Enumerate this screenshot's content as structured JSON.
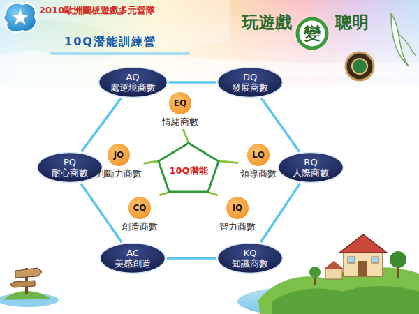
{
  "diagram": {
    "title": "2010歐洲圖板遊戲多元營隊",
    "nodes": [
      {
        "text": [
          "變"
        ]
      },
      {
        "text": [
          "AQ",
          "處逆境商數"
        ]
      },
      {
        "text": [
          "DQ",
          "發展商數"
        ]
      },
      {
        "text": [
          "EQ",
          "情緒商數"
        ]
      },
      {
        "text": [
          "JQ",
          "判斷力商數"
        ]
      },
      {
        "text": [
          "10Q潛能"
        ]
      },
      {
        "text": [
          "LQ",
          "領導商數"
        ]
      },
      {
        "text": [
          "PQ",
          "耐心商數"
        ]
      },
      {
        "text": [
          "RQ",
          "人際商數"
        ]
      },
      {
        "text": [
          "CQ",
          "創造商數"
        ]
      },
      {
        "text": [
          "IQ",
          "智力商數"
        ]
      },
      {
        "text": [
          "AC",
          "美感創造"
        ]
      },
      {
        "text": [
          "KQ",
          "知識商數"
        ]
      }
    ],
    "edges": [
      {
        "from": 1,
        "to": 2,
        "arrow": "none"
      },
      {
        "from": 2,
        "to": 8,
        "arrow": "none"
      },
      {
        "from": 8,
        "to": 12,
        "arrow": "none"
      },
      {
        "from": 12,
        "to": 11,
        "arrow": "none"
      },
      {
        "from": 11,
        "to": 7,
        "arrow": "none"
      },
      {
        "from": 7,
        "to": 1,
        "arrow": "none"
      },
      {
        "from": 5,
        "to": 3,
        "arrow": "none"
      },
      {
        "from": 5,
        "to": 4,
        "arrow": "none"
      },
      {
        "from": 5,
        "to": 6,
        "arrow": "none"
      },
      {
        "from": 5,
        "to": 9,
        "arrow": "none"
      },
      {
        "from": 5,
        "to": 10,
        "arrow": "none"
      }
    ],
    "labels": [
      "10Q潛能訓練營",
      "玩遊戲",
      "聰明"
    ]
  }
}
